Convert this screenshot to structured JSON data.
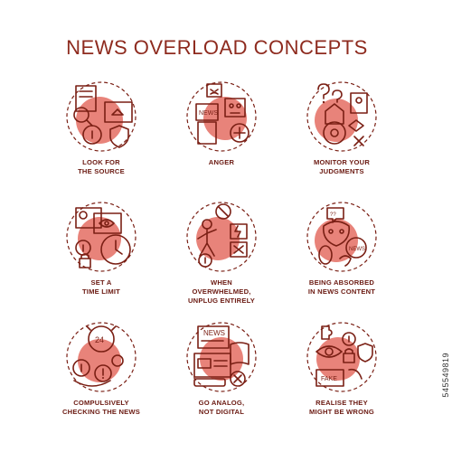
{
  "title": "NEWS OVERLOAD CONCEPTS",
  "side_id": "545549819",
  "colors": {
    "accent": "#8e2b1f",
    "fill": "#e8837a"
  },
  "concepts": [
    {
      "label": "LOOK FOR\nTHE SOURCE",
      "icon": "source-search-icon"
    },
    {
      "label": "ANGER",
      "icon": "anger-news-icon"
    },
    {
      "label": "MONITOR YOUR\nJUDGMENTS",
      "icon": "judgment-icon"
    },
    {
      "label": "SET A\nTIME LIMIT",
      "icon": "time-limit-icon"
    },
    {
      "label": "WHEN\nOVERWHELMED,\nUNPLUG ENTIRELY",
      "icon": "unplug-icon"
    },
    {
      "label": "BEING ABSORBED\nIN NEWS CONTENT",
      "icon": "absorbed-icon"
    },
    {
      "label": "COMPULSIVELY\nCHECKING THE NEWS",
      "icon": "checking-news-icon"
    },
    {
      "label": "GO ANALOG,\nNOT DIGITAL",
      "icon": "analog-icon"
    },
    {
      "label": "REALISE THEY\nMIGHT BE WRONG",
      "icon": "wrong-icon"
    }
  ],
  "icon_texts": {
    "news": "NEWS",
    "fake": "FAKE",
    "clock24": "24"
  }
}
